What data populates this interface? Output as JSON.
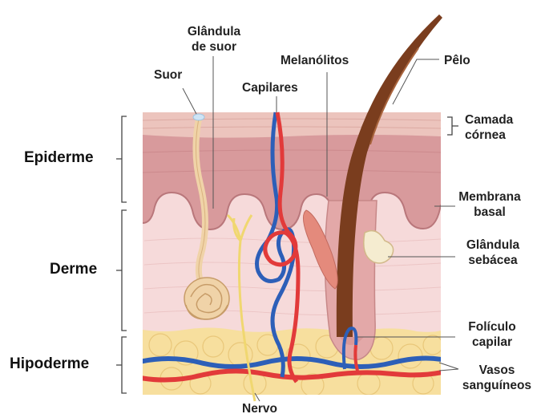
{
  "layers": {
    "epidermis": "Epiderme",
    "dermis": "Derme",
    "hypodermis": "Hipoderme"
  },
  "labels": {
    "sweat_gland_line1": "Glândula",
    "sweat_gland_line2": "de suor",
    "sweat": "Suor",
    "capillaries": "Capilares",
    "melanocytes": "Melanólitos",
    "hair": "Pêlo",
    "stratum_corneum_line1": "Camada",
    "stratum_corneum_line2": "córnea",
    "basal_membrane_line1": "Membrana",
    "basal_membrane_line2": "basal",
    "sebaceous_gland_line1": "Glândula",
    "sebaceous_gland_line2": "sebácea",
    "hair_follicle_line1": "Folículo",
    "hair_follicle_line2": "capilar",
    "blood_vessels_line1": "Vasos",
    "blood_vessels_line2": "sanguíneos",
    "nerve": "Nervo"
  },
  "colors": {
    "corneum": "#ecc4bd",
    "epidermis": "#d89a9c",
    "dermis": "#f6dada",
    "hypodermis": "#f7df9e",
    "hair": "#7a3d1e",
    "artery": "#e23a3a",
    "vein": "#2d5fb8",
    "nerve": "#f0d770",
    "sweat_gland": "#f0d3a8"
  }
}
